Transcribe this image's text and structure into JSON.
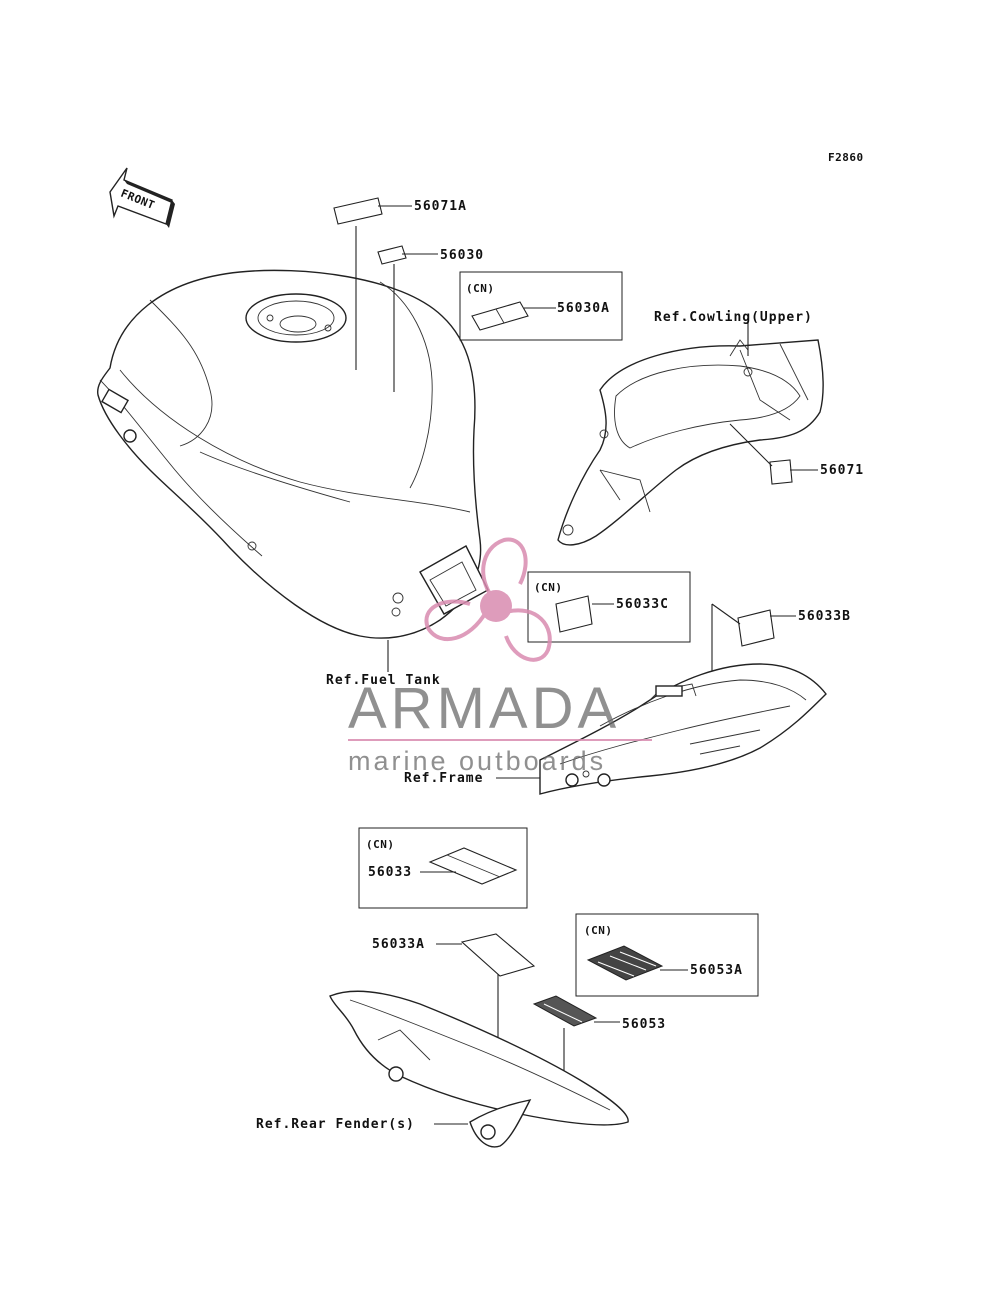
{
  "figure_code": "F2860",
  "front_arrow": {
    "label": "FRONT"
  },
  "callouts": {
    "p56071A": "56071A",
    "p56030": "56030",
    "p56030A": "56030A",
    "p56071": "56071",
    "p56033C": "56033C",
    "p56033B": "56033B",
    "p56033": "56033",
    "p56033A": "56033A",
    "p56053A": "56053A",
    "p56053": "56053"
  },
  "variant_tags": {
    "box1": "(CN)",
    "box2": "(CN)",
    "box3": "(CN)",
    "box4": "(CN)"
  },
  "references": {
    "cowling": "Ref.Cowling(Upper)",
    "fuel_tank": "Ref.Fuel Tank",
    "frame": "Ref.Frame",
    "rear_fender": "Ref.Rear Fender(s)"
  },
  "watermark": {
    "brand": "ARMADA",
    "tagline": "marine outboards",
    "accent_color": "#d98bb0",
    "text_color": "#6b6b6b"
  }
}
